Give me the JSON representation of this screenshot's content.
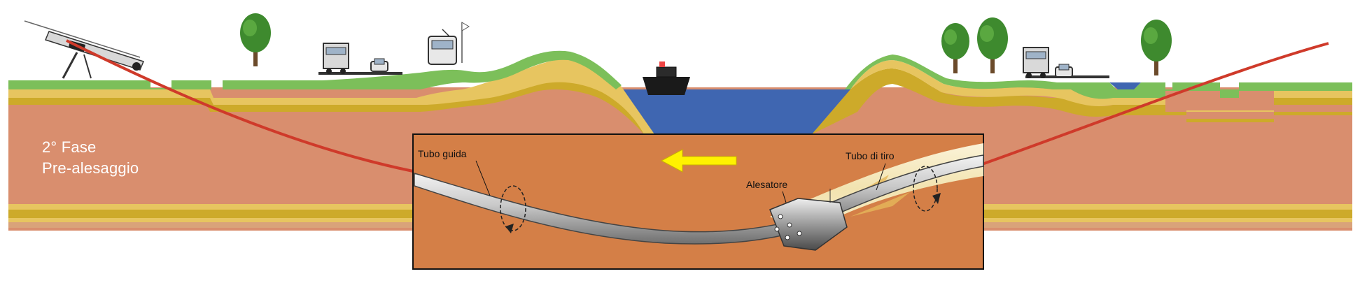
{
  "phase": {
    "title": "2° Fase",
    "subtitle": "Pre-alesaggio"
  },
  "inset_labels": {
    "guide_pipe": "Tubo guida",
    "reamer": "Alesatore",
    "pull_pipe": "Tubo di tiro"
  },
  "icons": {
    "drill_rig": "drilling-rig-icon",
    "trees": "tree-icon",
    "vehicles": "truck-icon",
    "boat": "boat-icon",
    "direction": "arrow-left-icon"
  },
  "colors": {
    "grass": "#7cbf5a",
    "soil_light": "#e7c560",
    "soil_gold": "#cdaa2a",
    "deep_soil": "#d98e6e",
    "water": "#3f66b1",
    "inset_soil": "#d47f47",
    "drill_line": "#cf3a2a",
    "arrow": "#fff200",
    "phase_text": "#ffffff"
  }
}
